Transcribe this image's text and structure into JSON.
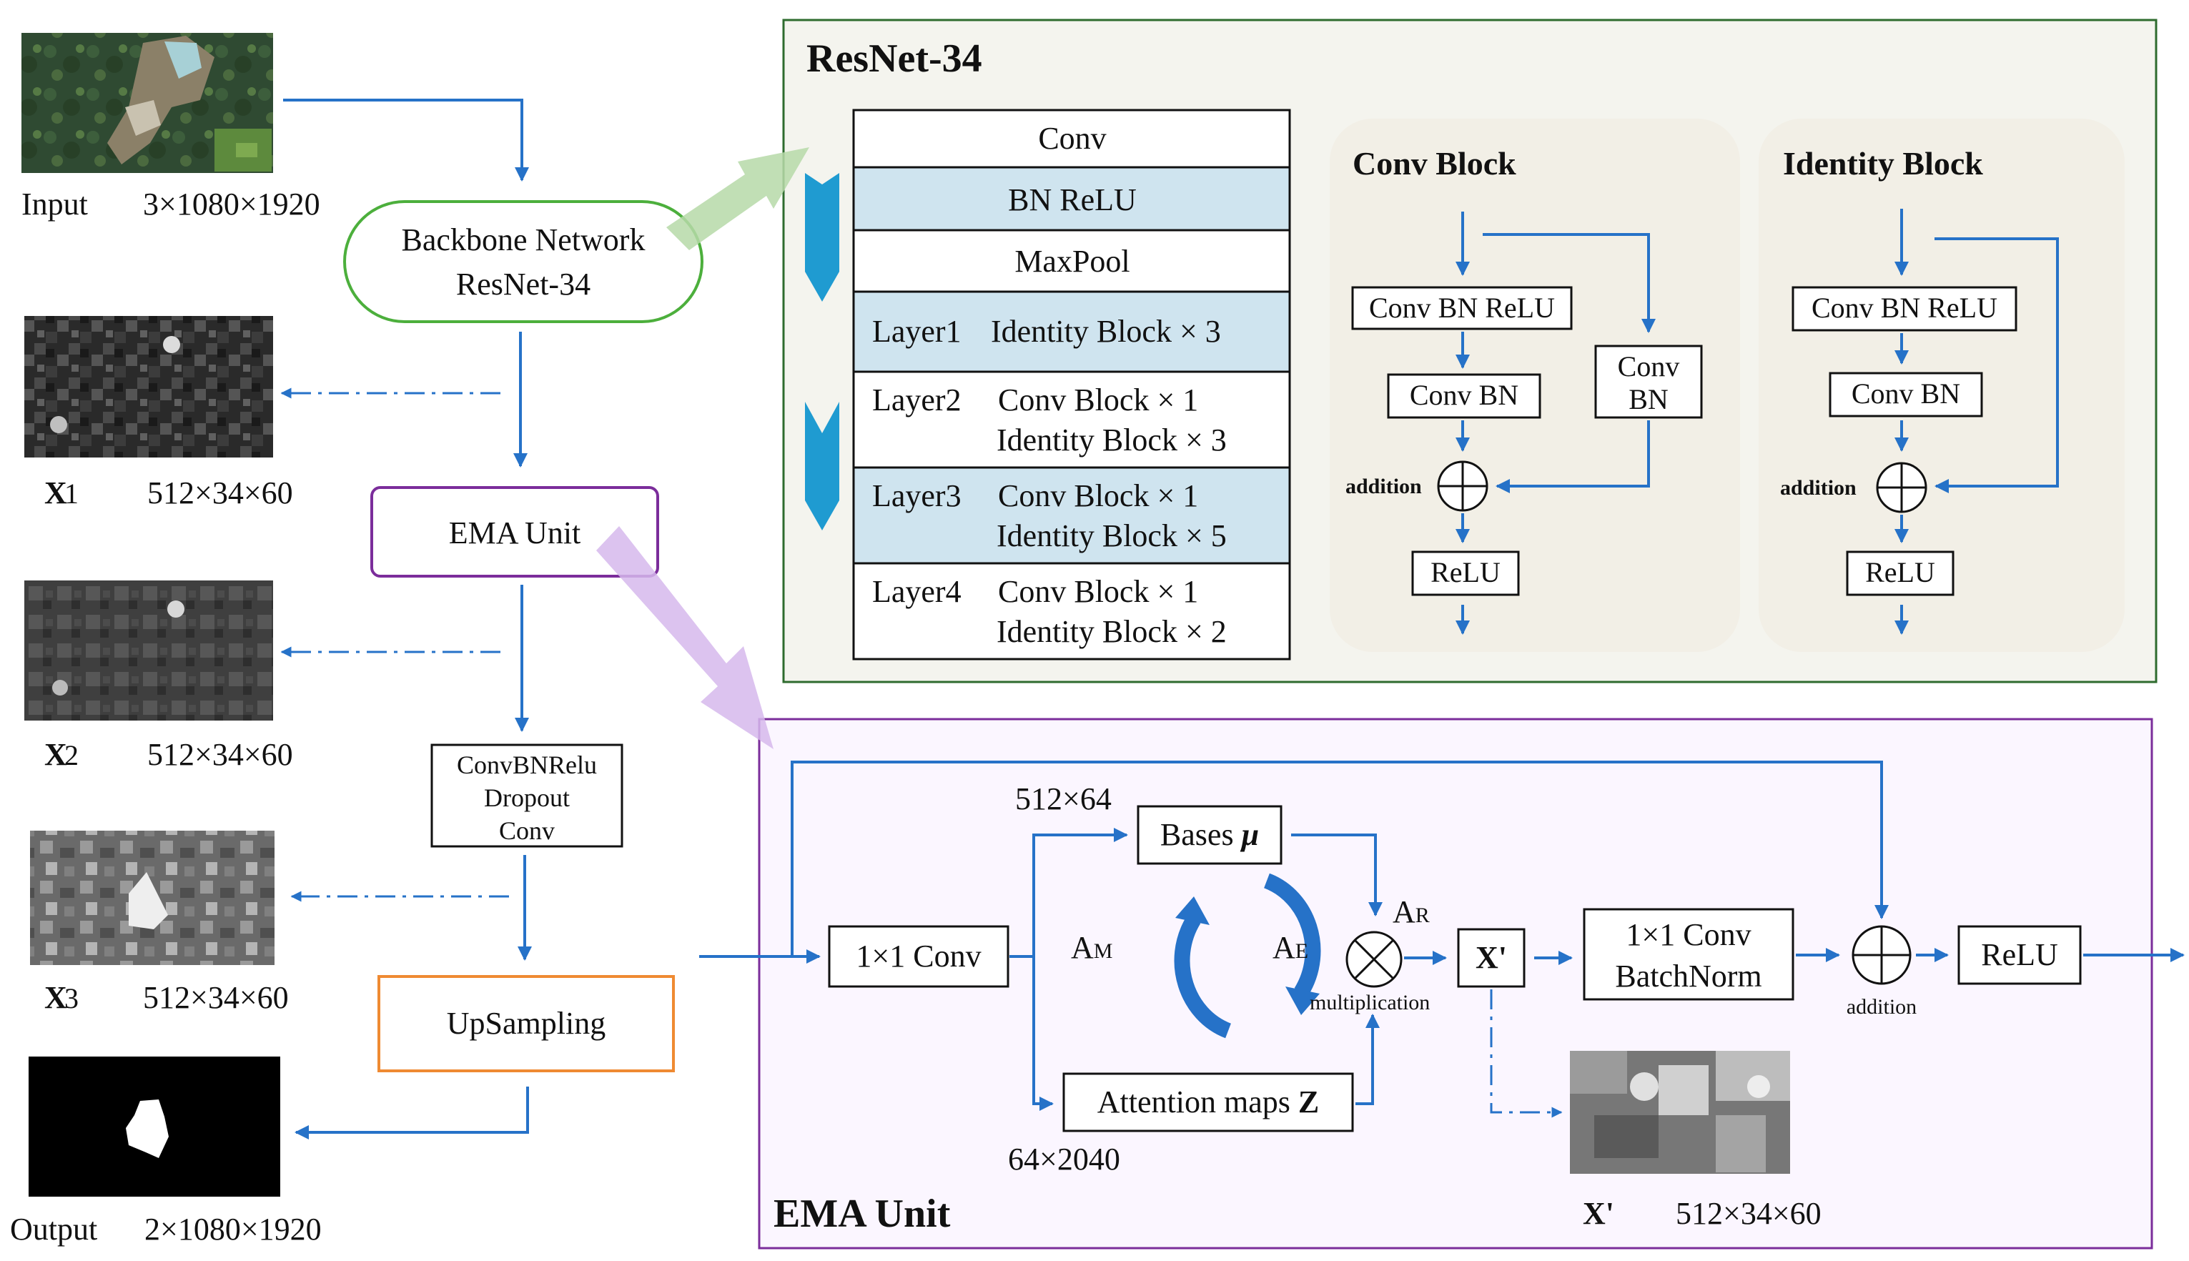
{
  "left_pipeline": {
    "input_label": "Input",
    "input_dims": "3×1080×1920",
    "backbone_line1": "Backbone Network",
    "backbone_line2": "ResNet-34",
    "x1_label": "X",
    "x1_sub": "1",
    "x1_dims": "512×34×60",
    "x2_label": "X",
    "x2_sub": "2",
    "x2_dims": "512×34×60",
    "x3_label": "X",
    "x3_sub": "3",
    "x3_dims": "512×34×60",
    "ema_unit": "EMA Unit",
    "head_line1": "ConvBNRelu",
    "head_line2": "Dropout",
    "head_line3": "Conv",
    "upsampling": "UpSampling",
    "output_label": "Output",
    "output_dims": "2×1080×1920"
  },
  "resnet": {
    "title": "ResNet-34",
    "stack": {
      "conv": "Conv",
      "bn_relu": "BN  ReLU",
      "maxpool": "MaxPool",
      "layer1_name": "Layer1",
      "layer1_line1": "Identity Block  × 3",
      "layer2_name": "Layer2",
      "layer2_line1": "Conv Block  × 1",
      "layer2_line2": "Identity Block  × 3",
      "layer3_name": "Layer3",
      "layer3_line1": "Conv Block  × 1",
      "layer3_line2": "Identity Block  × 5",
      "layer4_name": "Layer4",
      "layer4_line1": "Conv Block  × 1",
      "layer4_line2": "Identity Block  × 2"
    },
    "conv_block": {
      "title": "Conv Block",
      "conv_bn_relu": "Conv BN ReLU",
      "conv_bn": "Conv BN",
      "shortcut_line1": "Conv",
      "shortcut_line2": "BN",
      "addition": "addition",
      "relu": "ReLU"
    },
    "identity_block": {
      "title": "Identity Block",
      "conv_bn_relu": "Conv BN ReLU",
      "conv_bn": "Conv BN",
      "addition": "addition",
      "relu": "ReLU"
    }
  },
  "ema": {
    "title": "EMA Unit",
    "conv1x1": "1×1 Conv",
    "bases_dims": "512×64",
    "bases_text": "Bases ",
    "bases_symbol": "μ",
    "attention_text": "Attention maps ",
    "attention_symbol": "Z",
    "attention_dims": "64×2040",
    "am_main": "A",
    "am_sub": "M",
    "ae_main": "A",
    "ae_sub": "E",
    "ar_main": "A",
    "ar_sub": "R",
    "multiplication": "multiplication",
    "xprime_box": "X'",
    "conv_bn_line1": "1×1 Conv",
    "conv_bn_line2": "BatchNorm",
    "addition": "addition",
    "relu": "ReLU",
    "xprime_label": "X'",
    "xprime_dims": "512×34×60"
  },
  "colors": {
    "arrow_blue": "#2672c8",
    "resnet_border": "#2e6b2e",
    "resnet_bg": "#f4f4ee",
    "ema_border": "#7b2d9b",
    "ema_bg": "#fbf6ff",
    "backbone_border": "#4caf3c",
    "ema_unit_border": "#7b2d9b",
    "upsampling_border": "#ef8a32",
    "stack_blue_fill": "#cfe4ef",
    "chevron_blue": "#1f9bd1"
  }
}
